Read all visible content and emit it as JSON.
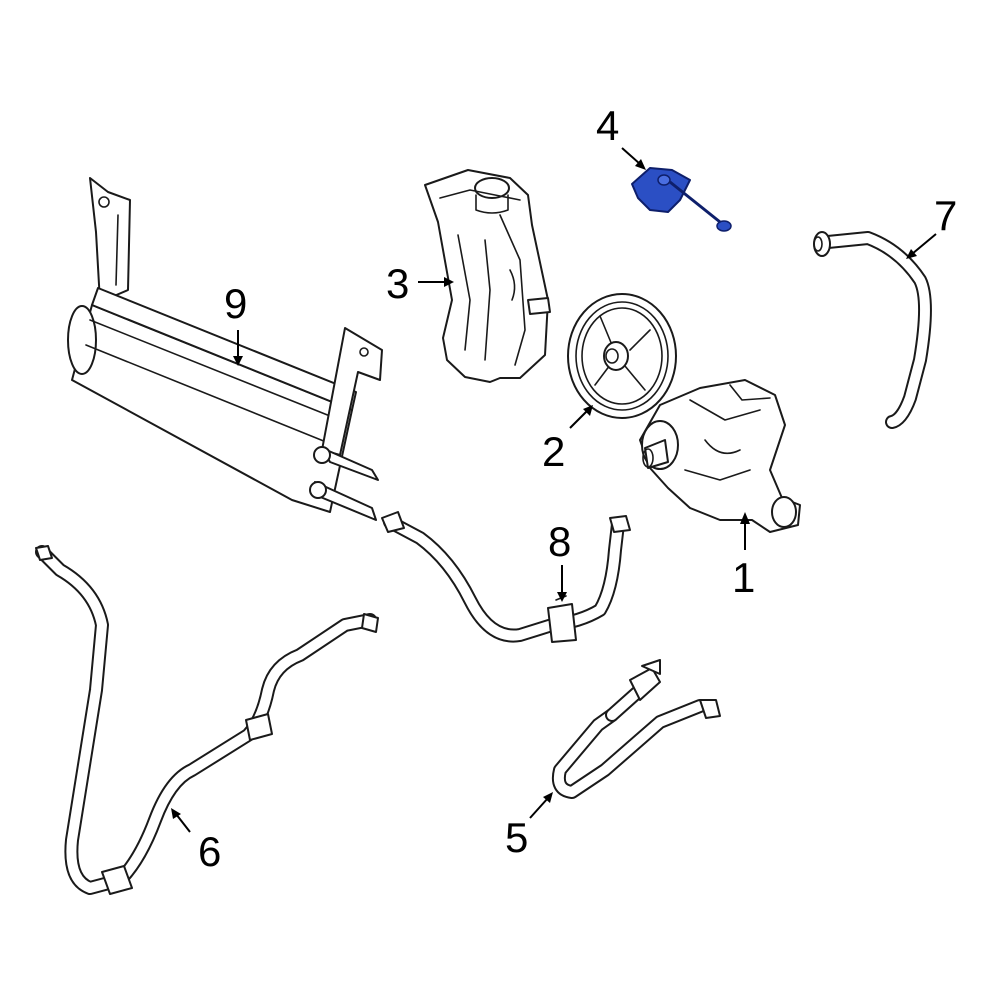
{
  "callouts": [
    {
      "id": "1",
      "label": "1"
    },
    {
      "id": "2",
      "label": "2"
    },
    {
      "id": "3",
      "label": "3"
    },
    {
      "id": "4",
      "label": "4"
    },
    {
      "id": "5",
      "label": "5"
    },
    {
      "id": "6",
      "label": "6"
    },
    {
      "id": "7",
      "label": "7"
    },
    {
      "id": "8",
      "label": "8"
    },
    {
      "id": "9",
      "label": "9"
    }
  ],
  "colors": {
    "highlight_fill": "#2b4fc4",
    "highlight_stroke": "#0e1f6b",
    "line": "#1a1a1a",
    "background": "#ffffff"
  },
  "highlighted_part": "4"
}
